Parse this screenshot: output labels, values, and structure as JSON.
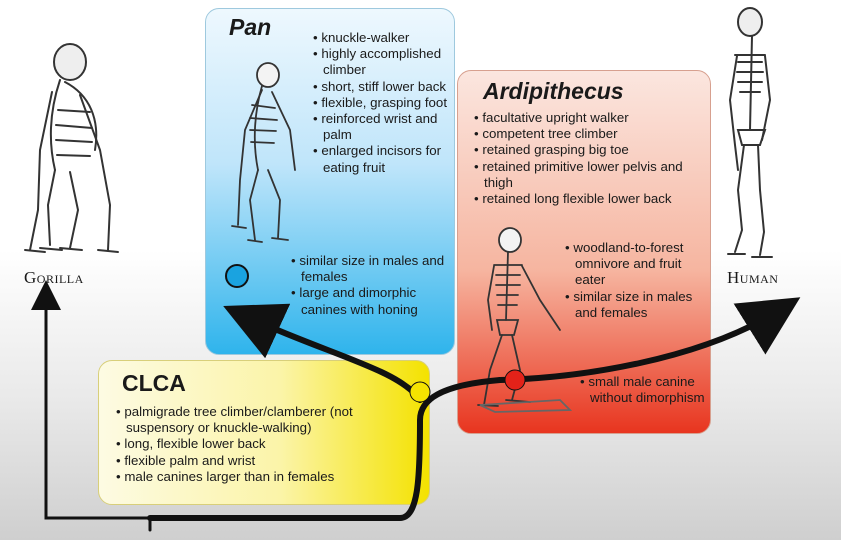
{
  "pan": {
    "title": "Pan",
    "traits": [
      "knuckle-walker",
      "highly accomplished climber",
      "short, stiff lower back",
      "flexible, grasping foot",
      "reinforced wrist and palm",
      "enlarged incisors for eating fruit",
      "similar size in males and females",
      "large and dimorphic canines with honing"
    ]
  },
  "ardipithecus": {
    "title": "Ardipithecus",
    "traits": [
      "facultative upright walker",
      "competent tree climber",
      "retained grasping big toe",
      "retained primitive lower pelvis and thigh",
      "retained long flexible lower back",
      "woodland-to-forest omnivore and fruit eater",
      "similar size in males and females",
      "small male canine without dimorphism"
    ]
  },
  "clca": {
    "title": "CLCA",
    "traits": [
      "palmigrade tree climber/clamberer (not suspensory or knuckle-walking)",
      "long, flexible lower back",
      "flexible palm and wrist",
      "male canines larger than in females"
    ]
  },
  "labels": {
    "gorilla": "Gorilla",
    "human": "Human"
  },
  "colors": {
    "pan_node": "#1aa3e0",
    "ardi_node": "#e32219",
    "clca_node": "#f5e400",
    "branch": "#111111"
  }
}
